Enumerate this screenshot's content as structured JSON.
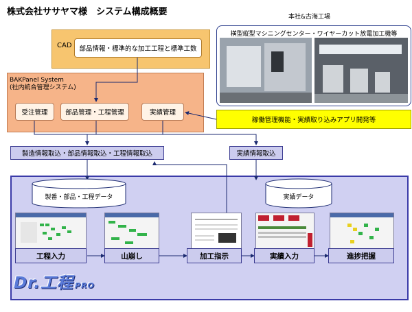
{
  "title": "株式会社ササヤマ様　システム構成概要",
  "cad": {
    "label": "CAD",
    "inner": "部品情報・標準的な加工工程と標準工数"
  },
  "bakpanel": {
    "label_line1": "BAKPanel System",
    "label_line2": "(社内統合管理システム)",
    "buttons": [
      "受注管理",
      "部品管理・工程管理",
      "実績管理"
    ]
  },
  "yellow_box": "稼働管理機能・実績取り込みアプリ開発等",
  "factory": {
    "title": "本社&古海工場",
    "subtitle": "横型縦型マシニングセンター・ワイヤーカット放電加工機等"
  },
  "collect": {
    "left": "製造情報取込・部品情報取込・工程情報取込",
    "right": "実績情報取込"
  },
  "databases": {
    "left": "製番・部品・工程データ",
    "right": "実績データ"
  },
  "steps": [
    "工程入力",
    "山崩し",
    "加工指示",
    "実績入力",
    "進捗把握"
  ],
  "logo": {
    "main": "Dr.工程",
    "pro": "PRO"
  },
  "colors": {
    "cad_bg": "#f7c56f",
    "bak_bg": "#f6b489",
    "yellow": "#ffff00",
    "panel_bg": "#d0d0f2",
    "label_bg": "#ccccee",
    "frame": "#2b3d8c"
  }
}
